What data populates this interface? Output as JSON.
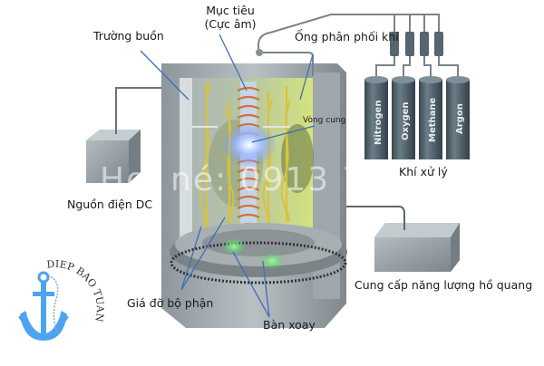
{
  "labels": {
    "field": "Trường buồn",
    "target_line1": "Mục tiêu",
    "target_line2": "(Cực âm)",
    "gas_pipe": "Ống phân phối khí",
    "arc": "Vòng cung",
    "dc_source": "Nguồn điện DC",
    "process_gas": "Khí xử lý",
    "arc_supply": "Cung cấp năng lượng hồ quang",
    "part_holder": "Giá đỡ bộ phận",
    "turntable": "Bàn xoay"
  },
  "gas_tanks": [
    {
      "name": "Nitrogen"
    },
    {
      "name": "Oxygen"
    },
    {
      "name": "Methane"
    },
    {
      "name": "Argon"
    }
  ],
  "watermark": {
    "part1": "Ho",
    "part2": "né: 0913 7"
  },
  "logo": {
    "text": "DIEP BAO TUAN",
    "icon": "anchor-icon"
  },
  "colors": {
    "leader_line": "#3f6fb5",
    "chamber": "#9aa3a8",
    "interior": "#c8d98a",
    "coil": "#d2713a",
    "tank": "#4d5d66",
    "anchor": "#4da3f0",
    "glow": "#55e05a"
  }
}
